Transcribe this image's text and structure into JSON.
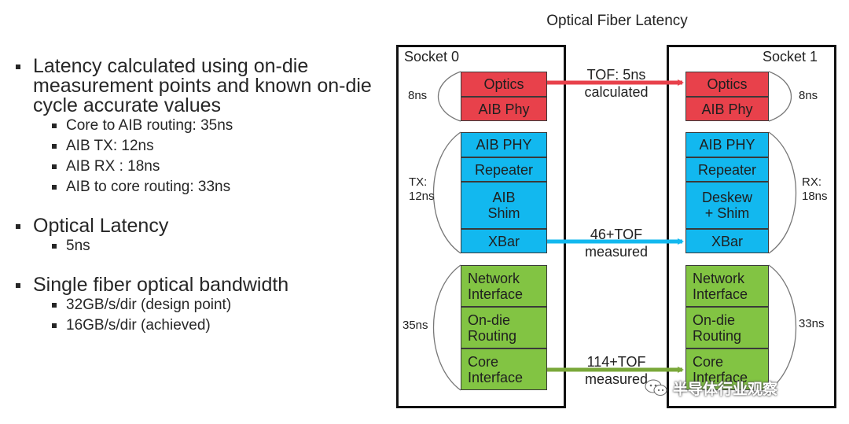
{
  "bullets": [
    {
      "text": "Latency calculated using on-die measurement points and known on-die cycle accurate values",
      "subs": [
        "Core to AIB routing: 35ns",
        "AIB TX: 12ns",
        "AIB RX : 18ns",
        "AIB to core routing: 33ns"
      ]
    },
    {
      "text": "Optical Latency",
      "subs": [
        "5ns"
      ]
    },
    {
      "text": "Single fiber optical bandwidth",
      "subs": [
        "32GB/s/dir (design point)",
        "16GB/s/dir (achieved)"
      ]
    }
  ],
  "diagram": {
    "title": "Optical Fiber Latency",
    "socket0": {
      "label": "Socket 0",
      "blocks": [
        "Optics",
        "AIB Phy",
        "AIB PHY",
        "Repeater",
        "AIB\nShim",
        "XBar",
        "Network\nInterface",
        "On-die\nRouting",
        "Core\nInterface"
      ],
      "annotations": {
        "optics": "8ns",
        "tx": "TX:\n12ns",
        "routing": "35ns"
      }
    },
    "socket1": {
      "label": "Socket 1",
      "blocks": [
        "Optics",
        "AIB Phy",
        "AIB PHY",
        "Repeater",
        "Deskew\n+ Shim",
        "XBar",
        "Network\nInterface",
        "On-die\nRouting",
        "Core\nInterface"
      ],
      "annotations": {
        "optics": "8ns",
        "rx": "RX:\n18ns",
        "routing": "33ns"
      }
    },
    "arrows": [
      {
        "label": "TOF: 5ns\ncalculated",
        "color": "#e8414b"
      },
      {
        "label": "46+TOF\nmeasured",
        "color": "#12b8ef"
      },
      {
        "label": "114+TOF\nmeasured",
        "color": "#7aa83a"
      }
    ],
    "colors": {
      "optics": "#e8414b",
      "aib": "#12b8ef",
      "interface": "#82c443"
    }
  },
  "watermark": {
    "text": "半导体行业观察",
    "icon": "wechat-icon"
  }
}
